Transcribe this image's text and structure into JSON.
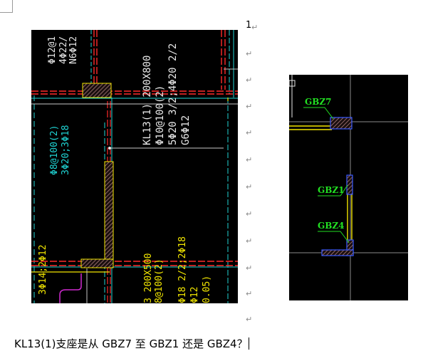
{
  "document": {
    "page_number": "1",
    "paragraph_mark": "↵",
    "caption": "KL13(1)支座是从 GBZ7 至 GBZ1 还是 GBZ4？"
  },
  "drawing_left": {
    "beam_annotation": [
      "KL13(1) 200X800",
      "Φ10@100(2)",
      "5Φ20 3/2;4Φ20 2/2",
      "G6Φ12"
    ],
    "top_left_annotation": [
      "Φ12@1",
      "4Φ22/",
      "N6Φ12"
    ],
    "left_vertical_annotation": [
      "Φ8@100(2)",
      "3Φ20;3Φ18"
    ],
    "left_lower_annotation": "3Φ14;2Φ12",
    "bottom_annotation": [
      "3 200X500",
      "8@100(2)",
      "Φ18 2/2;2Φ18",
      "Φ12",
      "0.05)"
    ]
  },
  "drawing_right": {
    "labels": [
      "GBZ7",
      "GBZ1",
      "GBZ4"
    ]
  },
  "colors": {
    "background": "#000000",
    "red": "#ff2a2a",
    "cyan": "#1fd3d3",
    "yellow": "#f2e600",
    "green": "#22e022",
    "white": "#e8e8e8",
    "hatch": "#c08a8a",
    "magenta": "#d02ad0"
  }
}
